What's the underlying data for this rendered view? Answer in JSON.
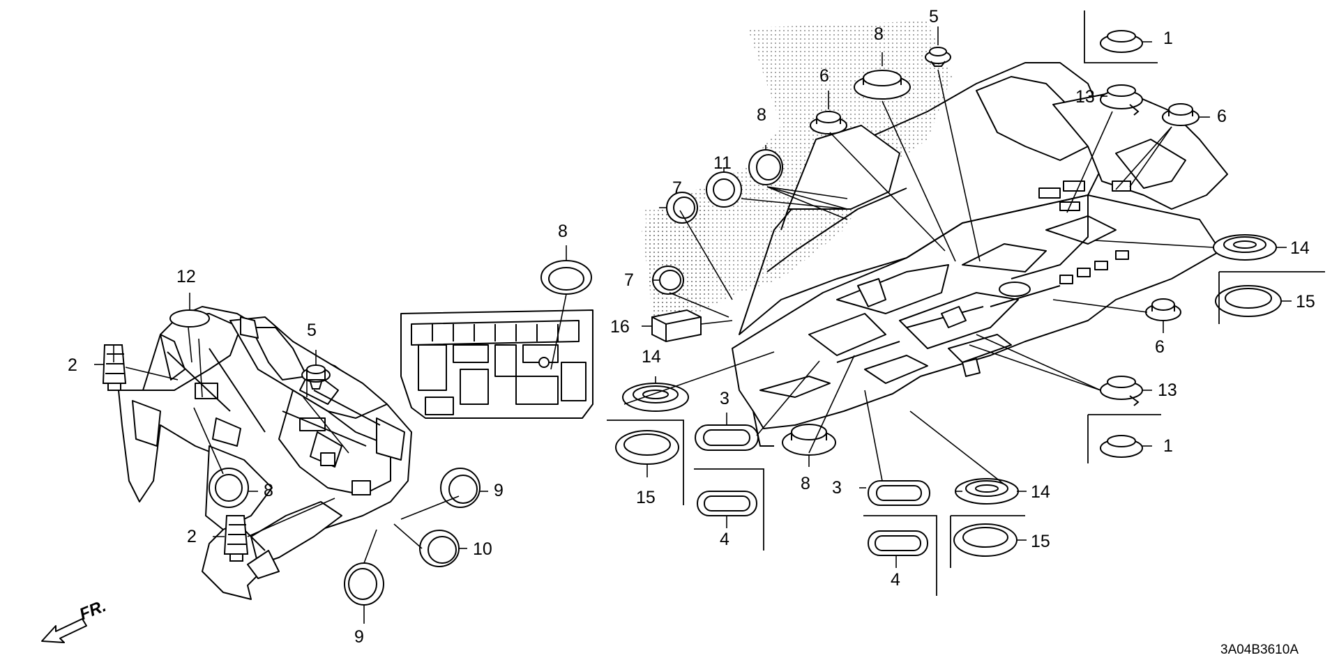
{
  "labels": {
    "p1a": "1",
    "p1b": "1",
    "p2a": "2",
    "p2b": "2",
    "p3a": "3",
    "p3b": "3",
    "p4a": "4",
    "p4b": "4",
    "p5a": "5",
    "p5b": "5",
    "p6a": "6",
    "p6b": "6",
    "p6c": "6",
    "p7a": "7",
    "p7b": "7",
    "p8a": "8",
    "p8b": "8",
    "p8c": "8",
    "p8d": "8",
    "p8e": "8",
    "p9a": "9",
    "p9b": "9",
    "p10": "10",
    "p11": "11",
    "p12": "12",
    "p13a": "13",
    "p13b": "13",
    "p14a": "14",
    "p14b": "14",
    "p14c": "14",
    "p15a": "15",
    "p15b": "15",
    "p15c": "15",
    "p16": "16"
  },
  "direction_label": "FR.",
  "diagram_code": "3A04B3610A"
}
